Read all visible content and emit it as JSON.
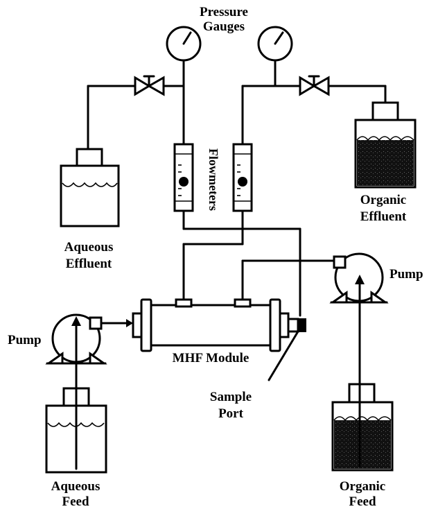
{
  "labels": {
    "pressure_gauges_line1": "Pressure",
    "pressure_gauges_line2": "Gauges",
    "flowmeters": "Flowmeters",
    "aqueous_effluent_line1": "Aqueous",
    "aqueous_effluent_line2": "Effluent",
    "organic_effluent_line1": "Organic",
    "organic_effluent_line2": "Effluent",
    "pump_left": "Pump",
    "pump_right": "Pump",
    "mhf_module": "MHF Module",
    "sample_port_line1": "Sample",
    "sample_port_line2": "Port",
    "aqueous_feed_line1": "Aqueous",
    "aqueous_feed_line2": "Feed",
    "organic_feed_line1": "Organic",
    "organic_feed_line2": "Feed"
  },
  "colors": {
    "line": "#000000",
    "background": "#ffffff",
    "organic_liquid": "#111111"
  }
}
